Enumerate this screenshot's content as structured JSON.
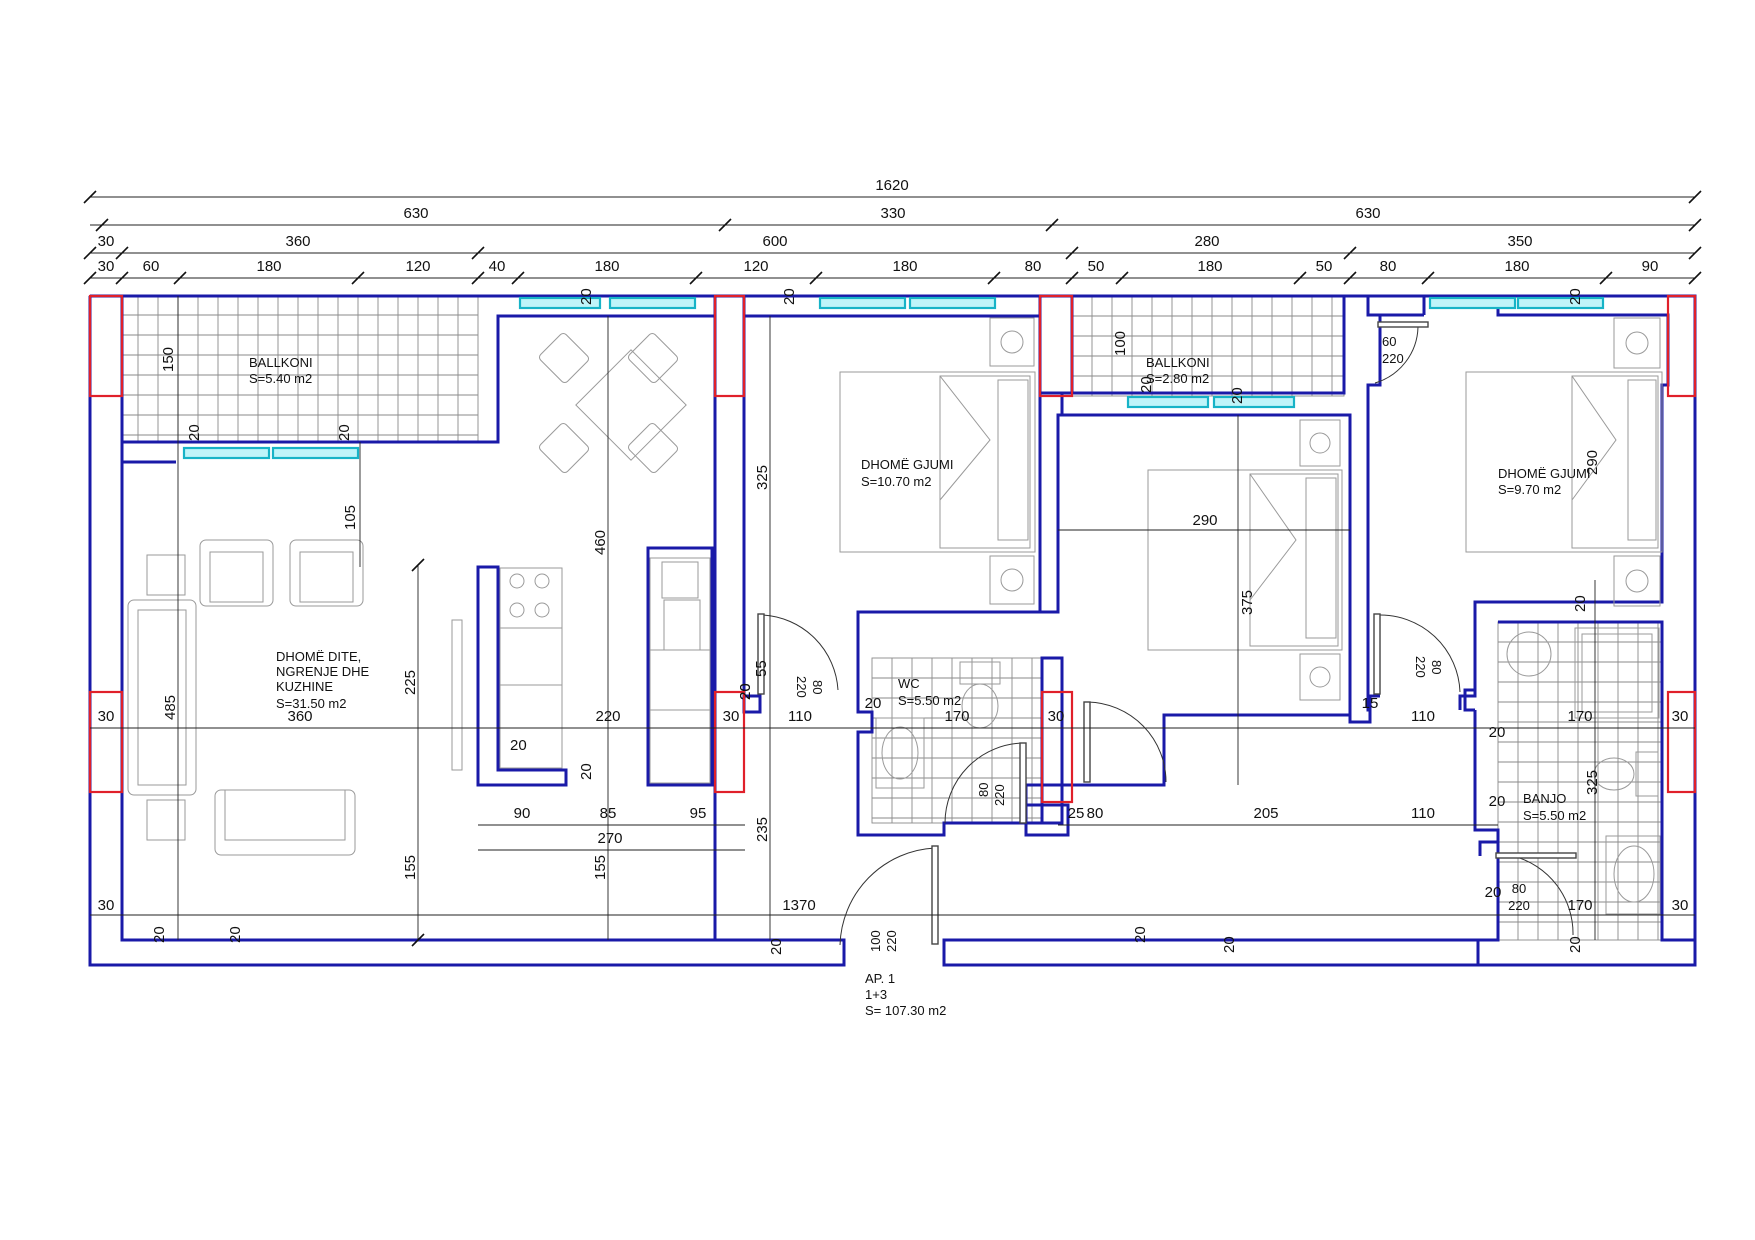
{
  "dims": {
    "total": "1620",
    "l2": [
      "630",
      "330",
      "630"
    ],
    "l3": [
      "30",
      "360",
      "600",
      "280",
      "350"
    ],
    "l4": [
      "30",
      "60",
      "180",
      "120",
      "40",
      "180",
      "120",
      "180",
      "80",
      "50",
      "180",
      "50",
      "80",
      "180",
      "90"
    ],
    "inner": {
      "d150": "150",
      "d20a": "20",
      "d20b": "20",
      "d20c": "20",
      "d20d": "20",
      "d20e": "20",
      "d105": "105",
      "d460": "460",
      "d325": "325",
      "d100": "100",
      "d20f": "20",
      "d20g": "20",
      "d60": "60",
      "d220": "220",
      "d290h": "290",
      "d290v": "290",
      "d375": "375",
      "d485": "485",
      "d225": "225",
      "d155a": "155",
      "d155b": "155",
      "d30L1": "30",
      "d360": "360",
      "d220b": "220",
      "d30m": "30",
      "d110a": "110",
      "d20h": "20",
      "d170a": "170",
      "d30n": "30",
      "d15": "15",
      "d110b": "110",
      "d170b": "170",
      "d30R1": "30",
      "d20i": "20",
      "d55": "55",
      "d20j": "20",
      "d80a": "80",
      "d220c": "220",
      "d80b": "80",
      "d220d": "220",
      "d80c": "80",
      "d220e": "220",
      "d90": "90",
      "d85": "85",
      "d95": "95",
      "d270": "270",
      "d235": "235",
      "d20k": "20",
      "d25": "25",
      "d80d": "80",
      "d205": "205",
      "d110c": "110",
      "d20l": "20",
      "d325b": "325",
      "d20m": "20",
      "d20n": "20",
      "d80e": "80",
      "d220f": "220",
      "d170c": "170",
      "d30R2": "30",
      "d30L2": "30",
      "d1370": "1370",
      "d20o": "20",
      "d20p": "20",
      "d100b": "100",
      "d220g": "220",
      "d20q": "20",
      "d20r": "20",
      "d20s": "20",
      "d20t": "20",
      "d20u": "20",
      "d20v": "20"
    }
  },
  "rooms": {
    "balcony1": {
      "name": "BALLKONI",
      "area": "S=5.40 m2"
    },
    "living": {
      "line1": "DHOMË DITE,",
      "line2": "NGRENJE DHE",
      "line3": "KUZHINE",
      "area": "S=31.50 m2"
    },
    "bed1": {
      "name": "DHOMË GJUMI",
      "area": "S=10.70 m2"
    },
    "balcony2": {
      "name": "BALLKONI",
      "area": "S=2.80 m2"
    },
    "bed2": {
      "name": "DHOMË GJUMI",
      "area": "S=9.70 m2"
    },
    "wc": {
      "name": "WC",
      "area": "S=5.50 m2"
    },
    "bath": {
      "name": "BANJO",
      "area": "S=5.50 m2"
    }
  },
  "apartment": {
    "id": "AP. 1",
    "type": "1+3",
    "area": "S= 107.30 m2"
  },
  "colors": {
    "wall": "#1a1aa8",
    "column": "#e0202a",
    "glass": "#17b3c7"
  }
}
